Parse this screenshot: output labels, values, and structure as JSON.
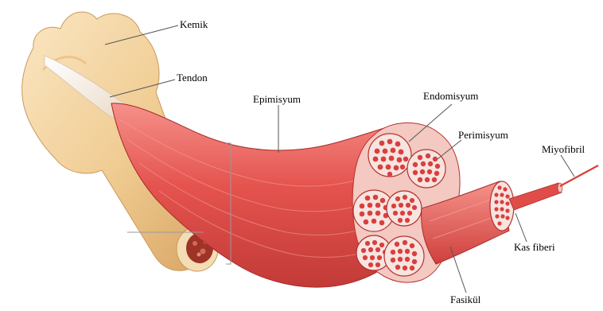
{
  "labels": {
    "kemik": "Kemik",
    "tendon": "Tendon",
    "epimisyum": "Epimisyum",
    "endomisyum": "Endomisyum",
    "perimisyum": "Perimisyum",
    "miyofibril": "Miyofibril",
    "kas_fiberi": "Kas fiberi",
    "fasikul": "Fasikül"
  },
  "colors": {
    "bone": "#f2d3a1",
    "bone_shadow": "#d9a866",
    "tendon": "#f6ecdf",
    "muscle": "#e6544f",
    "muscle_dark": "#b82c2c",
    "muscle_light": "#f08a84",
    "fascicle_sheath": "#f7e4e0",
    "fiber": "#d9403d"
  }
}
